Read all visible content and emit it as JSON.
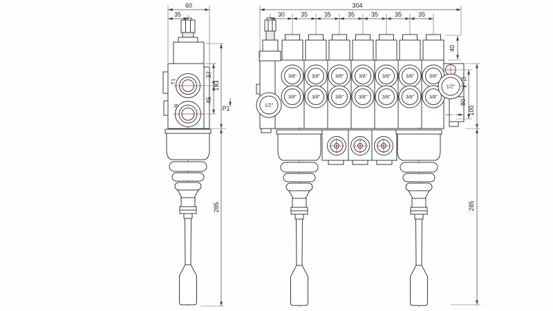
{
  "colors": {
    "background": "#ffffff",
    "line": "#3a3a3a",
    "dimension": "#4a4a4a",
    "centerline": "#c23b3b"
  },
  "side_view": {
    "dims": {
      "overall_width": "60",
      "lever_offset": "35",
      "port_t1_offset": "37",
      "body_height": "193",
      "port_spacing": "45",
      "lever_length": "285"
    },
    "labels": {
      "t1": "T1",
      "n": "N",
      "p1": "P1"
    }
  },
  "front_view": {
    "dims": {
      "overall_width": "304",
      "first_spacing": "30",
      "section_spacing": [
        "35",
        "35",
        "35",
        "35",
        "35",
        "35"
      ],
      "cap_height": "40",
      "outlet_offset": "80",
      "end_plate_height": "100",
      "lever_length": "285"
    },
    "labels": {
      "work_port": "3/8\"",
      "main_port": "1/2\"",
      "tank": "T1"
    }
  }
}
